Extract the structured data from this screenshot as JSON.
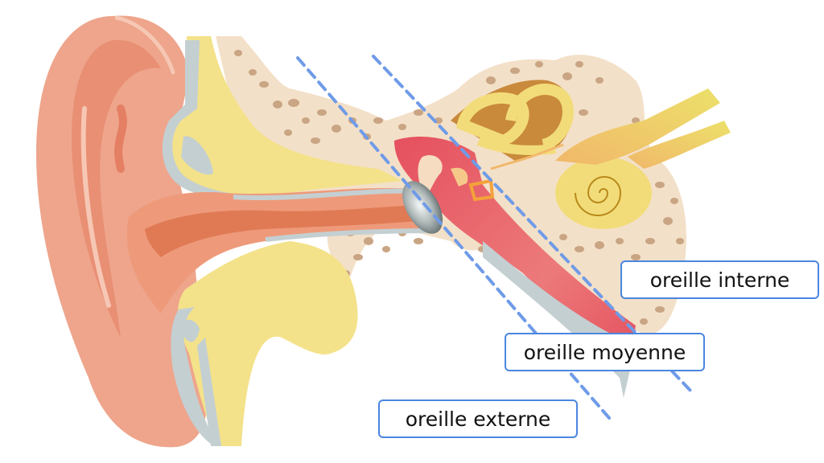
{
  "diagram": {
    "subject": "ear-anatomy-cross-section",
    "labels": {
      "inner_ear": "oreille interne",
      "middle_ear": "oreille moyenne",
      "outer_ear": "oreille externe"
    },
    "colors": {
      "label_border": "#4a86e0",
      "divider_dash": "#6f9be8",
      "pinna": "#eea58c",
      "canal": "#e07a55",
      "cartilage": "#f3e28a",
      "bone": "#f3e0c8",
      "bone_pores": "#c9a584",
      "tympanic_cavity": "#e55a66",
      "cochlea": "#f2dc7a",
      "semicircular_canals": "#c98a3c",
      "eardrum": "#a9b3b3",
      "skin_lining": "#c4cfd2"
    }
  }
}
